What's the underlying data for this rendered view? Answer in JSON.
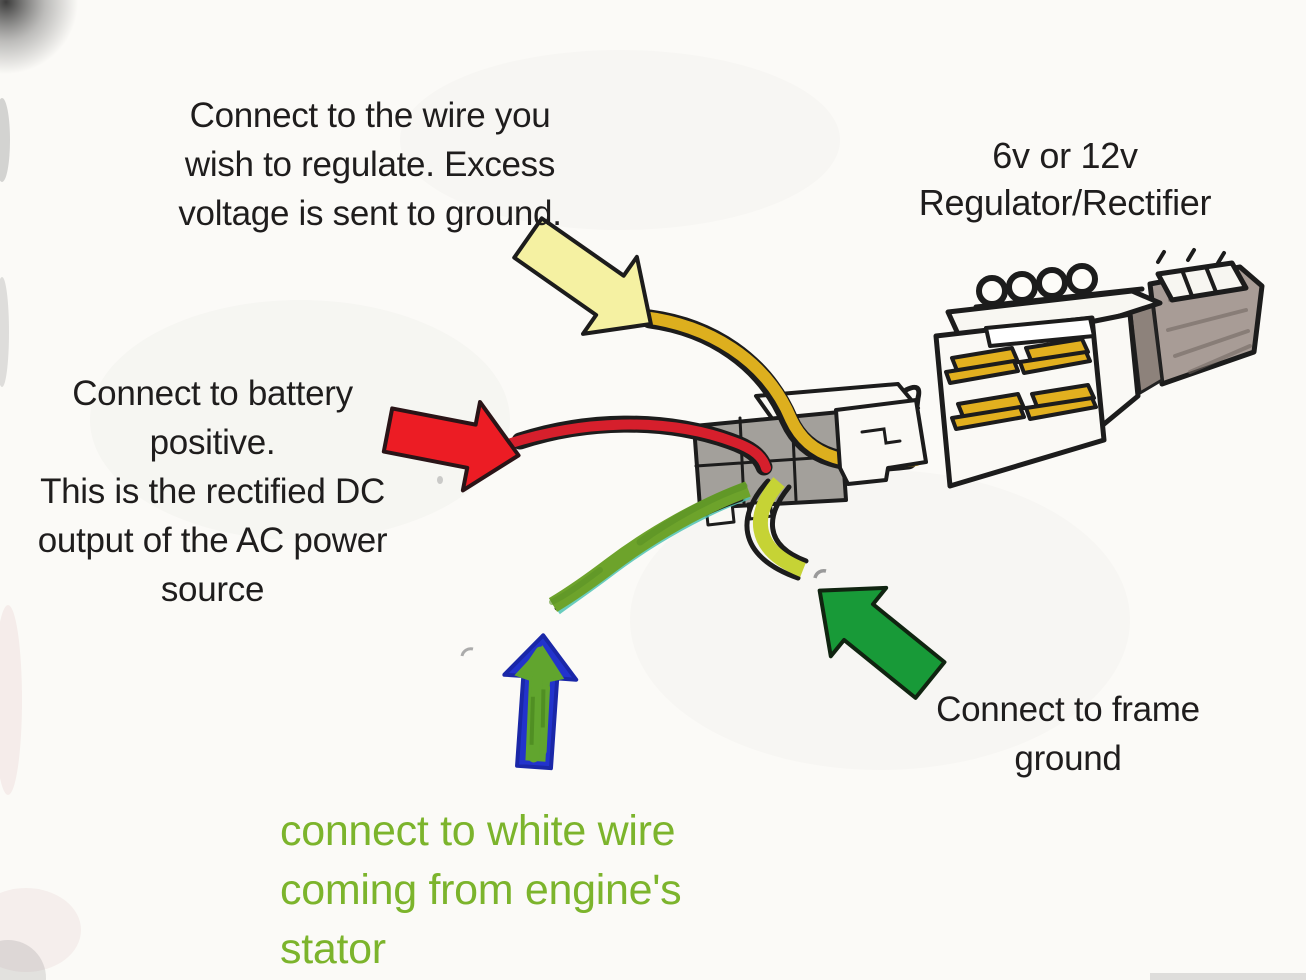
{
  "page": {
    "background": "#fbfaf7",
    "text_color": "#1f1d1d"
  },
  "title": {
    "text": "6v or 12v\nRegulator/Rectifier",
    "color": "#1f1d1d"
  },
  "annotations": {
    "regulate_wire": {
      "text": "Connect to the wire you\nwish to regulate. Excess\nvoltage is sent to ground.",
      "color": "#1f1d1d"
    },
    "battery_positive": {
      "text": "Connect to battery\npositive.\nThis is the rectified DC\noutput of the AC power\nsource",
      "color": "#1f1d1d"
    },
    "frame_ground": {
      "text": "Connect to frame\nground",
      "color": "#1f1d1d"
    },
    "stator": {
      "text": "connect to white wire\ncoming from engine's\nstator",
      "color": "#7cb42c"
    }
  },
  "arrows": {
    "regulate": {
      "icon": "block-arrow-down-right",
      "fill": "#f5f1a2",
      "outline": "#1c1c1c"
    },
    "battery": {
      "icon": "block-arrow-right",
      "fill": "#ec1c24",
      "outline": "#2a1417"
    },
    "ground": {
      "icon": "block-arrow-up-left",
      "fill": "#189a38",
      "outline": "#102410"
    },
    "stator": {
      "icon": "block-arrow-up",
      "fill": "#61a52e",
      "outline": "#2233cc"
    }
  },
  "wires": {
    "regulate": {
      "color": "#ddaf1e",
      "name": "yellow-regulate-wire"
    },
    "battery": {
      "color": "#d61f2c",
      "name": "red-battery-positive-wire"
    },
    "stator": {
      "color": "#6da32b",
      "accent": "#4fc3b4",
      "name": "green-stator-wire"
    },
    "ground": {
      "color": "#c6d335",
      "name": "yellow-green-frame-ground-wire"
    }
  },
  "components": {
    "regulator": {
      "name": "regulator-rectifier-unit",
      "terminal_color": "#e2b01f",
      "shade": "#a89c96"
    },
    "connector": {
      "name": "wiring-connector-plug",
      "shade": "#a3a09b"
    }
  }
}
